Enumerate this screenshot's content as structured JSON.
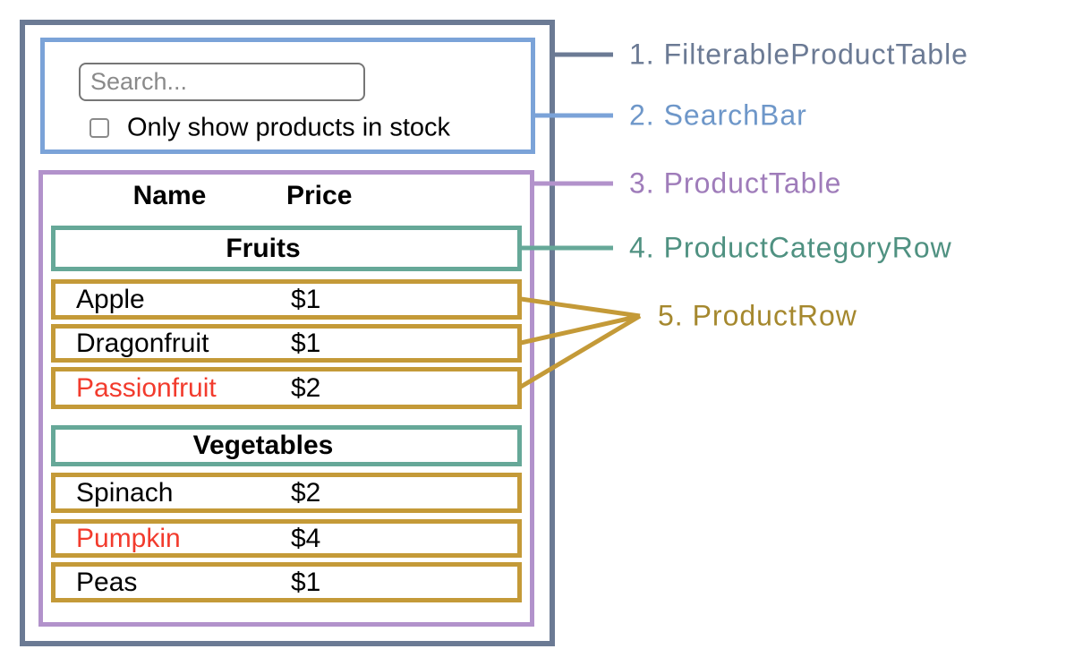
{
  "legend": [
    {
      "label": "1. FilterableProductTable",
      "text_color": "#6b7a94",
      "line_color": "#6b7a94"
    },
    {
      "label": "2. SearchBar",
      "text_color": "#6e97c9",
      "line_color": "#7ba3d8"
    },
    {
      "label": "3. ProductTable",
      "text_color": "#9f7cba",
      "line_color": "#b292cb"
    },
    {
      "label": "4. ProductCategoryRow",
      "text_color": "#4f9181",
      "line_color": "#66a898"
    },
    {
      "label": "5. ProductRow",
      "text_color": "#a5882e",
      "line_color": "#c49a38"
    }
  ],
  "search_bar": {
    "placeholder": "Search...",
    "checkbox_label": "Only show products in stock",
    "checkbox_checked": false
  },
  "product_table": {
    "headers": {
      "name": "Name",
      "price": "Price"
    },
    "sections": [
      {
        "category": "Fruits",
        "rows": [
          {
            "name": "Apple",
            "price": "$1",
            "name_color": "#000000"
          },
          {
            "name": "Dragonfruit",
            "price": "$1",
            "name_color": "#000000"
          },
          {
            "name": "Passionfruit",
            "price": "$2",
            "name_color": "#f23b2d"
          }
        ]
      },
      {
        "category": "Vegetables",
        "rows": [
          {
            "name": "Spinach",
            "price": "$2",
            "name_color": "#000000"
          },
          {
            "name": "Pumpkin",
            "price": "$4",
            "name_color": "#f23b2d"
          },
          {
            "name": "Peas",
            "price": "$1",
            "name_color": "#000000"
          }
        ]
      }
    ]
  }
}
